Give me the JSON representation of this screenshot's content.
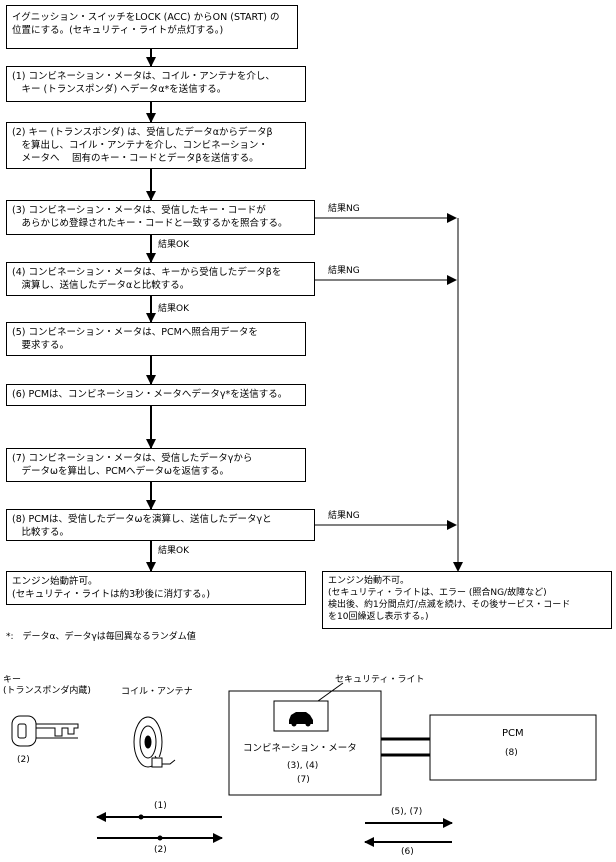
{
  "flow": {
    "start": "イグニッション・スイッチをLOCK (ACC) からON (START) の\n位置にする。(セキュリティ・ライトが点灯する。)",
    "step1": "(1) コンビネーション・メータは、コイル・アンテナを介し、\n　キー (トランスポンダ) へデータα*を送信する。",
    "step2": "(2) キー (トランスポンダ) は、受信したデータαからデータβ\n　を算出し、コイル・アンテナを介し、コンビネーション・\n　メータへ　 固有のキー・コードとデータβを送信する。",
    "step3": "(3) コンビネーション・メータは、受信したキー・コードが\n　あらかじめ登録されたキー・コードと一致するかを照合する。",
    "step4": "(4) コンビネーション・メータは、キーから受信したデータβを\n　演算し、送信したデータαと比較する。",
    "step5": "(5) コンビネーション・メータは、PCMへ照合用データを\n　要求する。",
    "step6": "(6) PCMは、コンビネーション・メータへデータγ*を送信する。",
    "step7": "(7) コンビネーション・メータは、受信したデータγから\n　データωを算出し、PCMへデータωを返信する。",
    "step8": "(8) PCMは、受信したデータωを演算し、送信したデータγと\n　比較する。",
    "ok_end": "エンジン始動許可。\n(セキュリティ・ライトは約3秒後に消灯する。)",
    "ng_end": "エンジン始動不可。\n(セキュリティ・ライトは、エラー (照合NG/故障など)\n検出後、約1分間点灯/点滅を続け、その後サービス・コード\nを10回繰返し表示する。)",
    "result_ok": "結果OK",
    "result_ng": "結果NG",
    "footnote": "*:　データα、データγは毎回異なるランダム値"
  },
  "components": {
    "key_label": "キー\n(トランスポンダ内蔵)",
    "key_num": "(2)",
    "coil_label": "コイル・アンテナ",
    "security_light": "セキュリティ・ライト",
    "meter_label": "コンビネーション・メータ",
    "meter_nums": "(3), (4)",
    "meter_num2": "(7)",
    "pcm_label": "PCM",
    "pcm_num": "(8)",
    "arrow1": "(1)",
    "arrow2": "(2)",
    "arrow57": "(5), (7)",
    "arrow6": "(6)"
  }
}
